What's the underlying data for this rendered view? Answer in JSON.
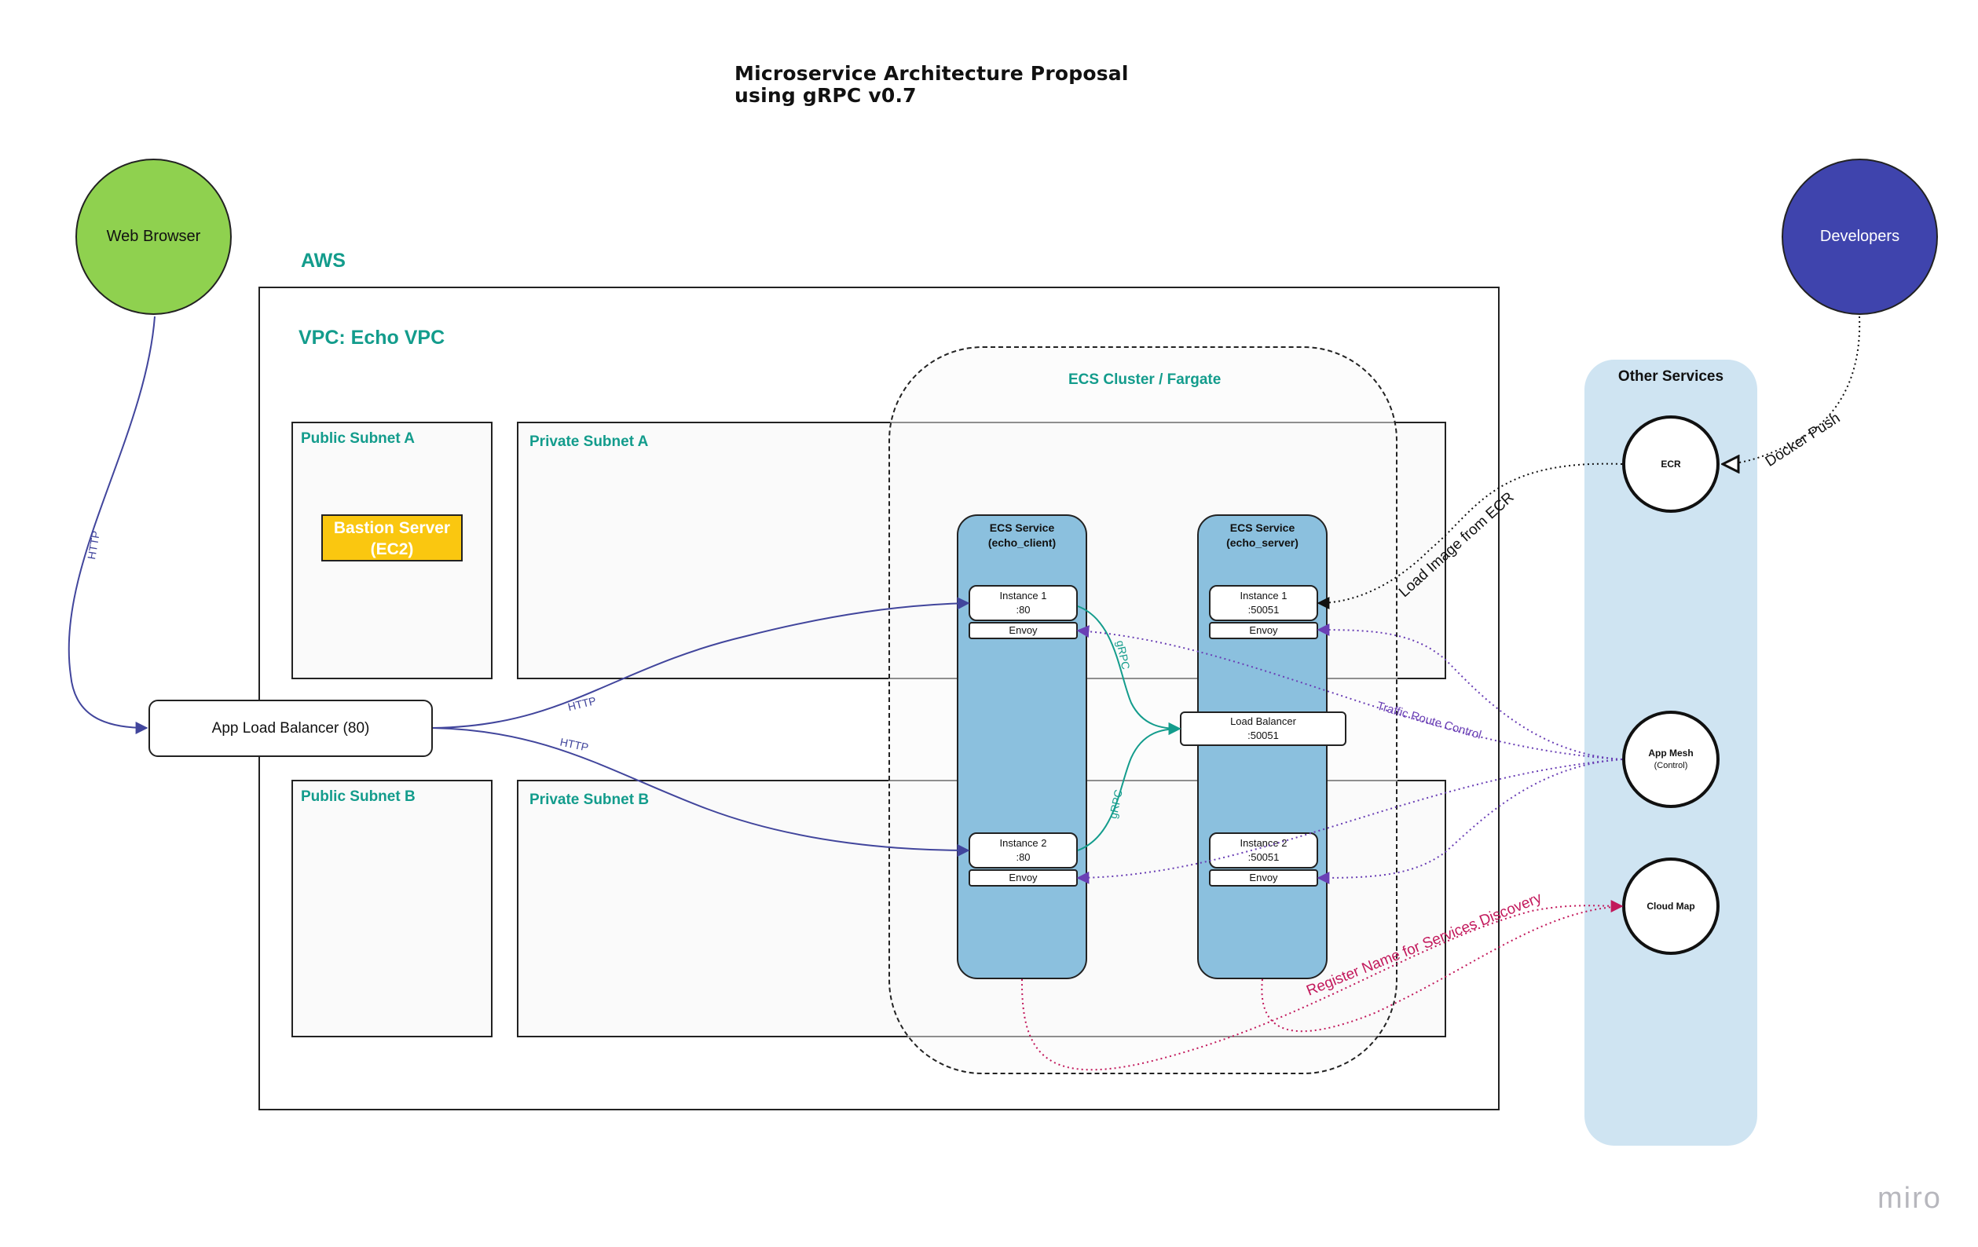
{
  "title": {
    "line1": "Microservice Architecture Proposal",
    "line2": "using gRPC v0.7"
  },
  "actors": {
    "web_browser": "Web Browser",
    "developers": "Developers"
  },
  "aws": {
    "label": "AWS",
    "vpc_label": "VPC: Echo VPC",
    "cluster_label": "ECS Cluster / Fargate",
    "public_subnet_a": "Public Subnet A",
    "public_subnet_b": "Public Subnet B",
    "private_subnet_a": "Private Subnet A",
    "private_subnet_b": "Private Subnet B",
    "bastion": {
      "line1": "Bastion Server",
      "line2": "(EC2)"
    },
    "alb": "App Load Balancer (80)",
    "client_service": {
      "line1": "ECS Service",
      "line2": "(echo_client)",
      "instance1": {
        "line1": "Instance 1",
        "line2": ":80"
      },
      "instance2": {
        "line1": "Instance 2",
        "line2": ":80"
      },
      "envoy": "Envoy"
    },
    "server_service": {
      "line1": "ECS Service",
      "line2": "(echo_server)",
      "instance1": {
        "line1": "Instance 1",
        "line2": ":50051"
      },
      "instance2": {
        "line1": "Instance 2",
        "line2": ":50051"
      },
      "envoy": "Envoy"
    },
    "internal_lb": {
      "line1": "Load Balancer",
      "line2": ":50051"
    }
  },
  "other_services": {
    "label": "Other Services",
    "ecr": "ECR",
    "app_mesh": {
      "line1": "App Mesh",
      "line2": "(Control)"
    },
    "cloud_map": "Cloud Map"
  },
  "edges": {
    "http": "HTTP",
    "grpc": "gRPC",
    "docker_push": "Docker Push",
    "load_image": "Load Image from ECR",
    "traffic_route": "Traffic Route Control",
    "register_name": "Register Name for Services Discovery"
  },
  "watermark": "miro",
  "colors": {
    "teal": "#139c8c",
    "browser_green": "#8fd14f",
    "developers_blue": "#3f44ad",
    "ecs_blue": "#8bc0de",
    "other_services_bg": "#cfe4f2",
    "bastion_yellow": "#fac710",
    "http_line": "#41459c",
    "grpc_line": "#139c8c",
    "mesh_line": "#6a3fb5",
    "cloudmap_line": "#c2185b"
  }
}
